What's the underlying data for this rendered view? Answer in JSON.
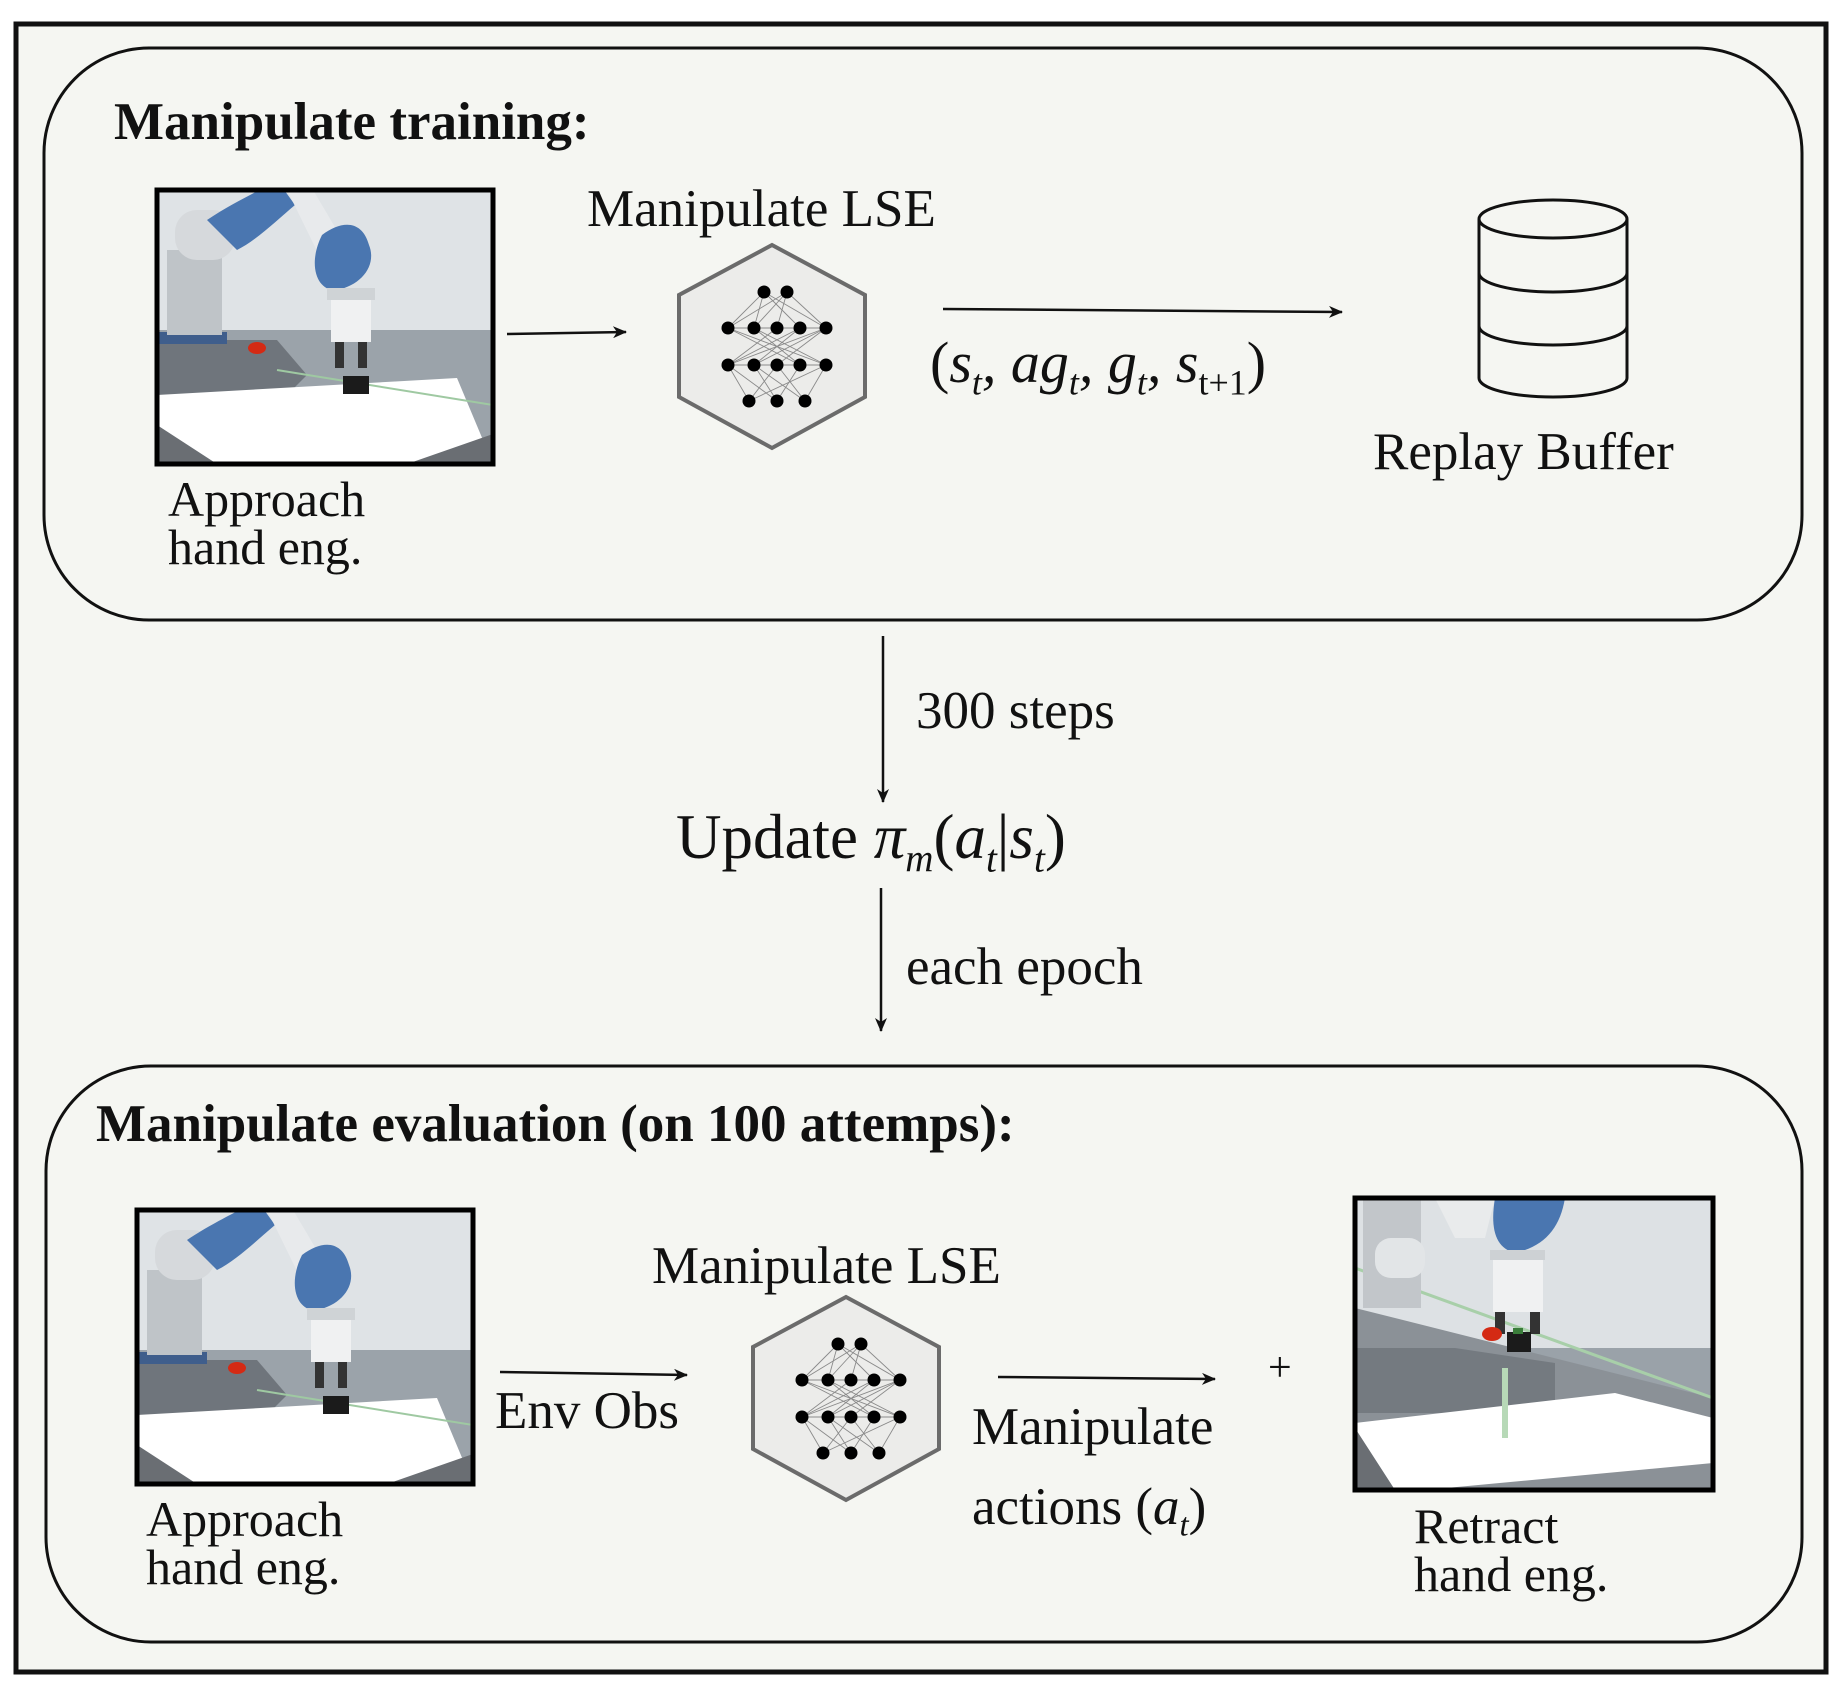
{
  "training": {
    "heading": "Manipulate training:",
    "network_label": "Manipulate LSE",
    "frame_caption_line1": "Approach",
    "frame_caption_line2": "hand eng.",
    "tuple_open": "(",
    "tuple_s": "s",
    "tuple_s_sub": "t",
    "tuple_ag": "ag",
    "tuple_ag_sub": "t",
    "tuple_g": "g",
    "tuple_g_sub": "t",
    "tuple_s1": "s",
    "tuple_s1_sub": "t+1",
    "tuple_close": ")",
    "sep": ", ",
    "buffer_label": "Replay Buffer"
  },
  "flow": {
    "steps_label": "300 steps",
    "update_word": "Update",
    "policy_symbol": "π",
    "policy_sub": "m",
    "policy_open": "(",
    "policy_a": "a",
    "policy_a_sub": "t",
    "policy_bar": "|",
    "policy_s": "s",
    "policy_s_sub": "t",
    "policy_close": ")",
    "epoch_label": "each epoch"
  },
  "evaluation": {
    "heading": "Manipulate evaluation (on 100 attemps):",
    "left_caption_line1": "Approach",
    "left_caption_line2": "hand eng.",
    "obs_label": "Env Obs",
    "network_label": "Manipulate LSE",
    "actions_line1": "Manipulate",
    "actions_line2_prefix": "actions (",
    "actions_symbol": "a",
    "actions_sub": "t",
    "actions_suffix": ")",
    "plus": "+",
    "right_caption_line1": "Retract",
    "right_caption_line2": "hand eng."
  },
  "colors": {
    "panel_bg": "#f5f6f2",
    "robot_blue": "#4a76b0",
    "object_red": "#d42a14",
    "hexagon_fill": "#ececea",
    "hexagon_stroke": "#6b6b6b"
  }
}
